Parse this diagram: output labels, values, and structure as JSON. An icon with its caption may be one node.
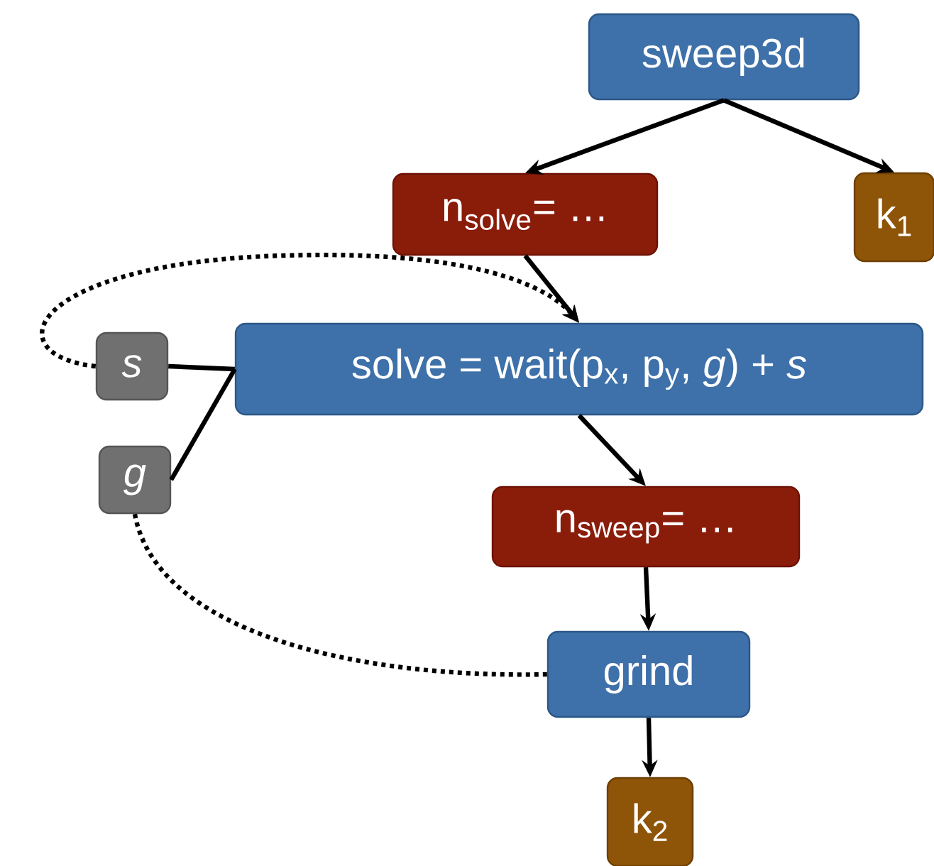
{
  "diagram": {
    "nodes": [
      {
        "text": [
          "sweep3d"
        ]
      },
      {
        "text": [
          "n$_{solve}$= …"
        ]
      },
      {
        "text": [
          "k$_{1}$"
        ]
      },
      {
        "text": [
          "s"
        ]
      },
      {
        "text": [
          "solve = wait(p$_{x}$, p$_{y}$, *g*) + *s*"
        ]
      },
      {
        "text": [
          "g"
        ]
      },
      {
        "text": [
          "n$_{sweep}$= …"
        ]
      },
      {
        "text": [
          "grind"
        ]
      },
      {
        "text": [
          "k$_{2}$"
        ]
      }
    ],
    "edges": [
      {
        "from": 0,
        "to": 1,
        "arrow": "to"
      },
      {
        "from": 0,
        "to": 2,
        "arrow": "to"
      },
      {
        "from": 1,
        "to": 4,
        "arrow": "to"
      },
      {
        "from": 3,
        "to": 4,
        "arrow": "to",
        "style": "dashed"
      },
      {
        "from": 3,
        "to": 4,
        "arrow": "none"
      },
      {
        "from": 5,
        "to": 4,
        "arrow": "none"
      },
      {
        "from": 4,
        "to": 6,
        "arrow": "to"
      },
      {
        "from": 6,
        "to": 7,
        "arrow": "to"
      },
      {
        "from": 7,
        "to": 8,
        "arrow": "to"
      },
      {
        "from": 7,
        "to": 5,
        "arrow": "none",
        "style": "dashed"
      }
    ]
  }
}
